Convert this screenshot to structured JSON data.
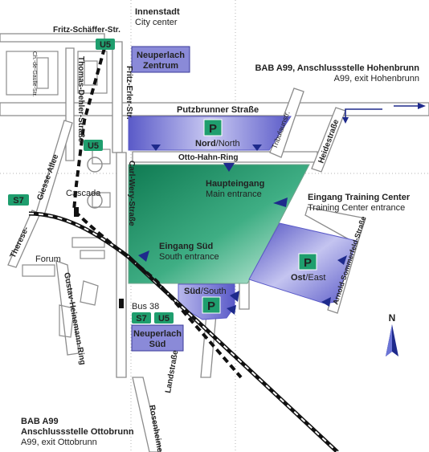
{
  "colors": {
    "road_fill": "#ffffff",
    "road_edge": "#8c8c8c",
    "parking_area": "#7f7fd6",
    "venue_area": "#2e9e72",
    "parking_sign": "#1f9e6e",
    "transit_badge": "#1f9e6e",
    "station_box": "#8a8ad8",
    "arrow": "#1e2a8c",
    "rail": "#111111"
  },
  "top_labels": {
    "innenstadt": "Innenstadt",
    "city_center": "City center",
    "bab_north_title": "BAB A99, Anschlussstelle Hohenbrunn",
    "bab_north_sub": "A99, exit Hohenbrunn",
    "bab_south_line1": "BAB A99",
    "bab_south_line2": "Anschlussstelle Ottobrunn",
    "bab_south_sub": "A99, exit Ottobrunn"
  },
  "streets": {
    "fritz_schaeffer": "Fritz-Schäffer-Str.",
    "de_gaulle": "Ch.-de-Gaulle-Str.",
    "thomas_dehler": "Thomas-Dehler-Straße",
    "fritz_erler": "Fritz-Erler-Str.",
    "putzbrunner": "Putzbrunner Straße",
    "otto_hahn": "Otto-Hahn-Ring",
    "tribulaun": "Tribulaunstr.",
    "heide": "Heidestraße",
    "giesse_allee": "Giesse-Allee",
    "carl_wery": "Carl-Wery-Straße",
    "therese": "Therese-",
    "gustav_heinemann": "Gustav-Heinemann-Ring",
    "arnold_sommerfeld": "Arnold-Sommerfeld-Straße",
    "landstrasse": "Landstraße",
    "rosenheimer": "Rosenheimer"
  },
  "places": {
    "cascada": "Cascada",
    "forum": "Forum",
    "bus": "Bus 38"
  },
  "stations": {
    "zentrum_line1": "Neuperlach",
    "zentrum_line2": "Zentrum",
    "sued_line1": "Neuperlach",
    "sued_line2": "Süd"
  },
  "badges": {
    "u5": "U5",
    "s7": "S7",
    "parking": "P"
  },
  "parking": {
    "north_de": "Nord",
    "north_en": "/North",
    "south_de": "Süd",
    "south_en": "/South",
    "east_de": "Ost",
    "east_en": "/East"
  },
  "entrances": {
    "main_de": "Haupteingang",
    "main_en": "Main entrance",
    "training_de": "Eingang Training Center",
    "training_en": "Training Center entrance",
    "south_de": "Eingang Süd",
    "south_en": "South entrance"
  },
  "compass": {
    "north": "N"
  }
}
